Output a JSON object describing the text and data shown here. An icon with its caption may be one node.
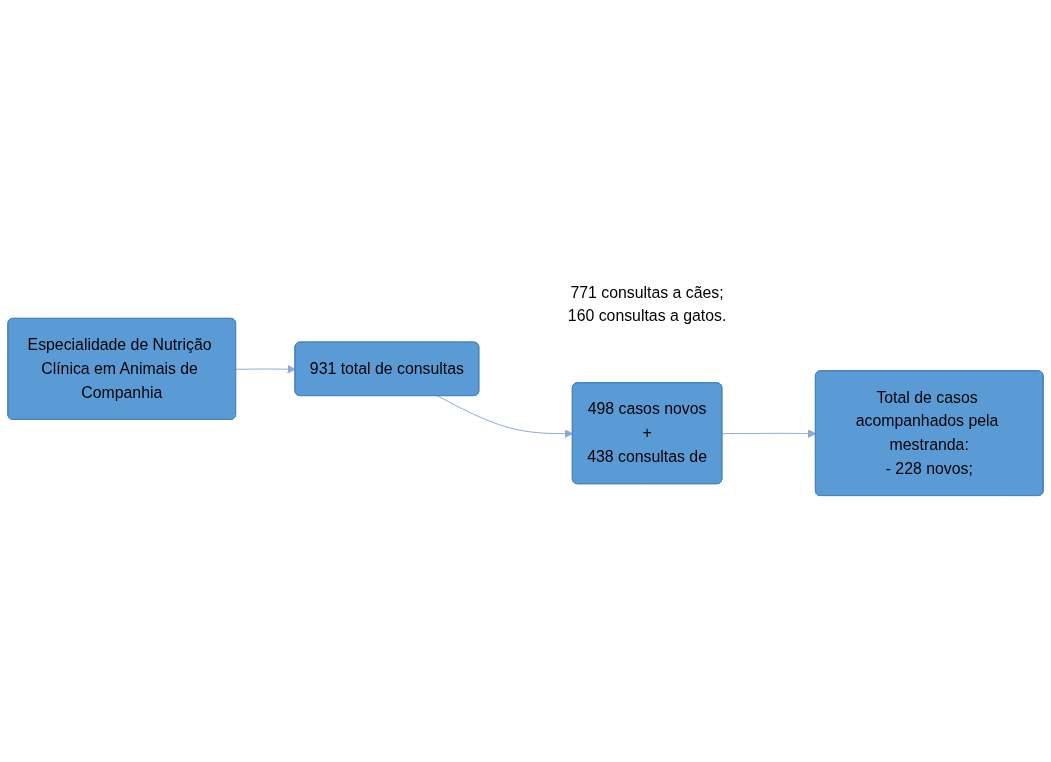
{
  "diagram": {
    "nodes": [
      {
        "text": [
          "Especialidade de Nutrição Clínica em Animais de Companhia"
        ]
      },
      {
        "text": [
          "931 total de consultas"
        ],
        "beside": [
          "771 consultas a cães;",
          "160 consultas a gatos."
        ]
      },
      {
        "text": [
          "498 casos novos",
          "+",
          "438 consultas de"
        ]
      },
      {
        "text": [
          "Total de casos acompanhados pela mestranda:",
          "- 228 novos;"
        ]
      }
    ],
    "edges": [
      {
        "from": 0,
        "to": 1,
        "arrow": "to"
      },
      {
        "from": 1,
        "to": 2,
        "arrow": "to"
      },
      {
        "from": 2,
        "to": 3,
        "arrow": "to"
      }
    ]
  }
}
